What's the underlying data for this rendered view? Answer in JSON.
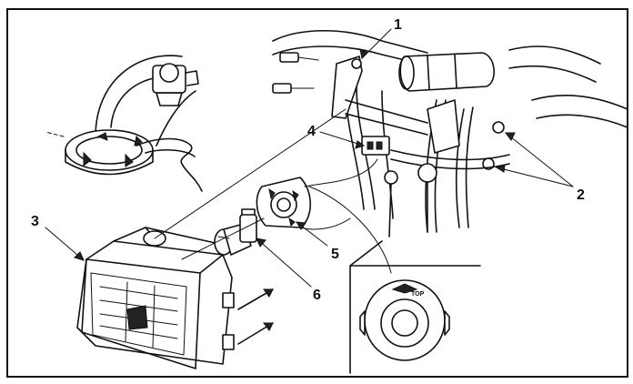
{
  "callouts": [
    {
      "id": "1",
      "text": "1"
    },
    {
      "id": "2",
      "text": "2"
    },
    {
      "id": "3",
      "text": "3"
    },
    {
      "id": "4",
      "text": "4"
    },
    {
      "id": "5",
      "text": "5"
    },
    {
      "id": "6",
      "text": "6"
    }
  ],
  "inset": {
    "mark_text": "TOP"
  },
  "colors": {
    "ink": "#111111",
    "paper": "#ffffff"
  }
}
